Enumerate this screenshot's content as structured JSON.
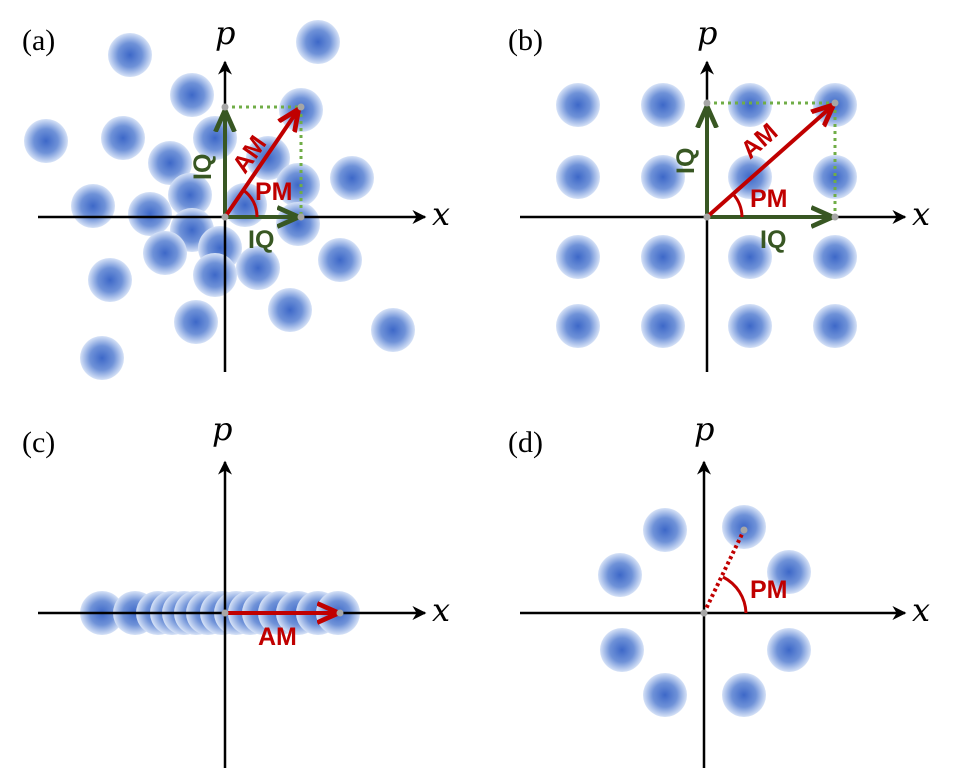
{
  "colors": {
    "blob_center": "#3d68c8",
    "blob_edge": "#d6e2f7",
    "am": "#c00000",
    "iq": "#385723",
    "guide": "#70ad47",
    "point": "#a6a6a6",
    "axis": "#000000"
  },
  "panels": {
    "a": {
      "label": "(a)",
      "x_label": "x",
      "p_label": "p",
      "am": "AM",
      "pm": "PM",
      "iq_vertical": "IQ",
      "iq_horizontal": "IQ"
    },
    "b": {
      "label": "(b)",
      "x_label": "x",
      "p_label": "p",
      "am": "AM",
      "pm": "PM",
      "iq_vertical": "IQ",
      "iq_horizontal": "IQ"
    },
    "c": {
      "label": "(c)",
      "x_label": "x",
      "p_label": "p",
      "am": "AM"
    },
    "d": {
      "label": "(d)",
      "x_label": "x",
      "p_label": "p",
      "pm": "PM"
    }
  }
}
